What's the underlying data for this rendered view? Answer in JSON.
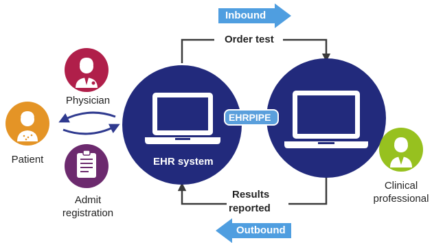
{
  "flow": {
    "inbound_label": "Inbound",
    "outbound_label": "Outbound",
    "order_label": "Order test",
    "results_line1": "Results",
    "results_line2": "reported",
    "bridge_label": "EHRPIPE"
  },
  "systems": {
    "ehr_label": "EHR system"
  },
  "roles": {
    "physician": "Physician",
    "patient": "Patient",
    "admit_line1": "Admit",
    "admit_line2": "registration",
    "clinical_line1": "Clinical",
    "clinical_line2": "professional"
  },
  "colors": {
    "navy": "#222a7c",
    "arrow_blue": "#4f9ee0",
    "bridge_fill": "#5a9fdc",
    "physician": "#b01f4a",
    "patient": "#e49426",
    "admit": "#6c2a6e",
    "clinical": "#97c11f",
    "connector": "#3a3a3a",
    "cycle": "#2f3a8f"
  },
  "icons": {
    "physician": "doctor-icon",
    "patient": "patient-icon",
    "admit": "clipboard-icon",
    "clinical": "clinician-icon",
    "ehr_laptop": "laptop-icon",
    "lab_laptop": "laptop-icon"
  }
}
